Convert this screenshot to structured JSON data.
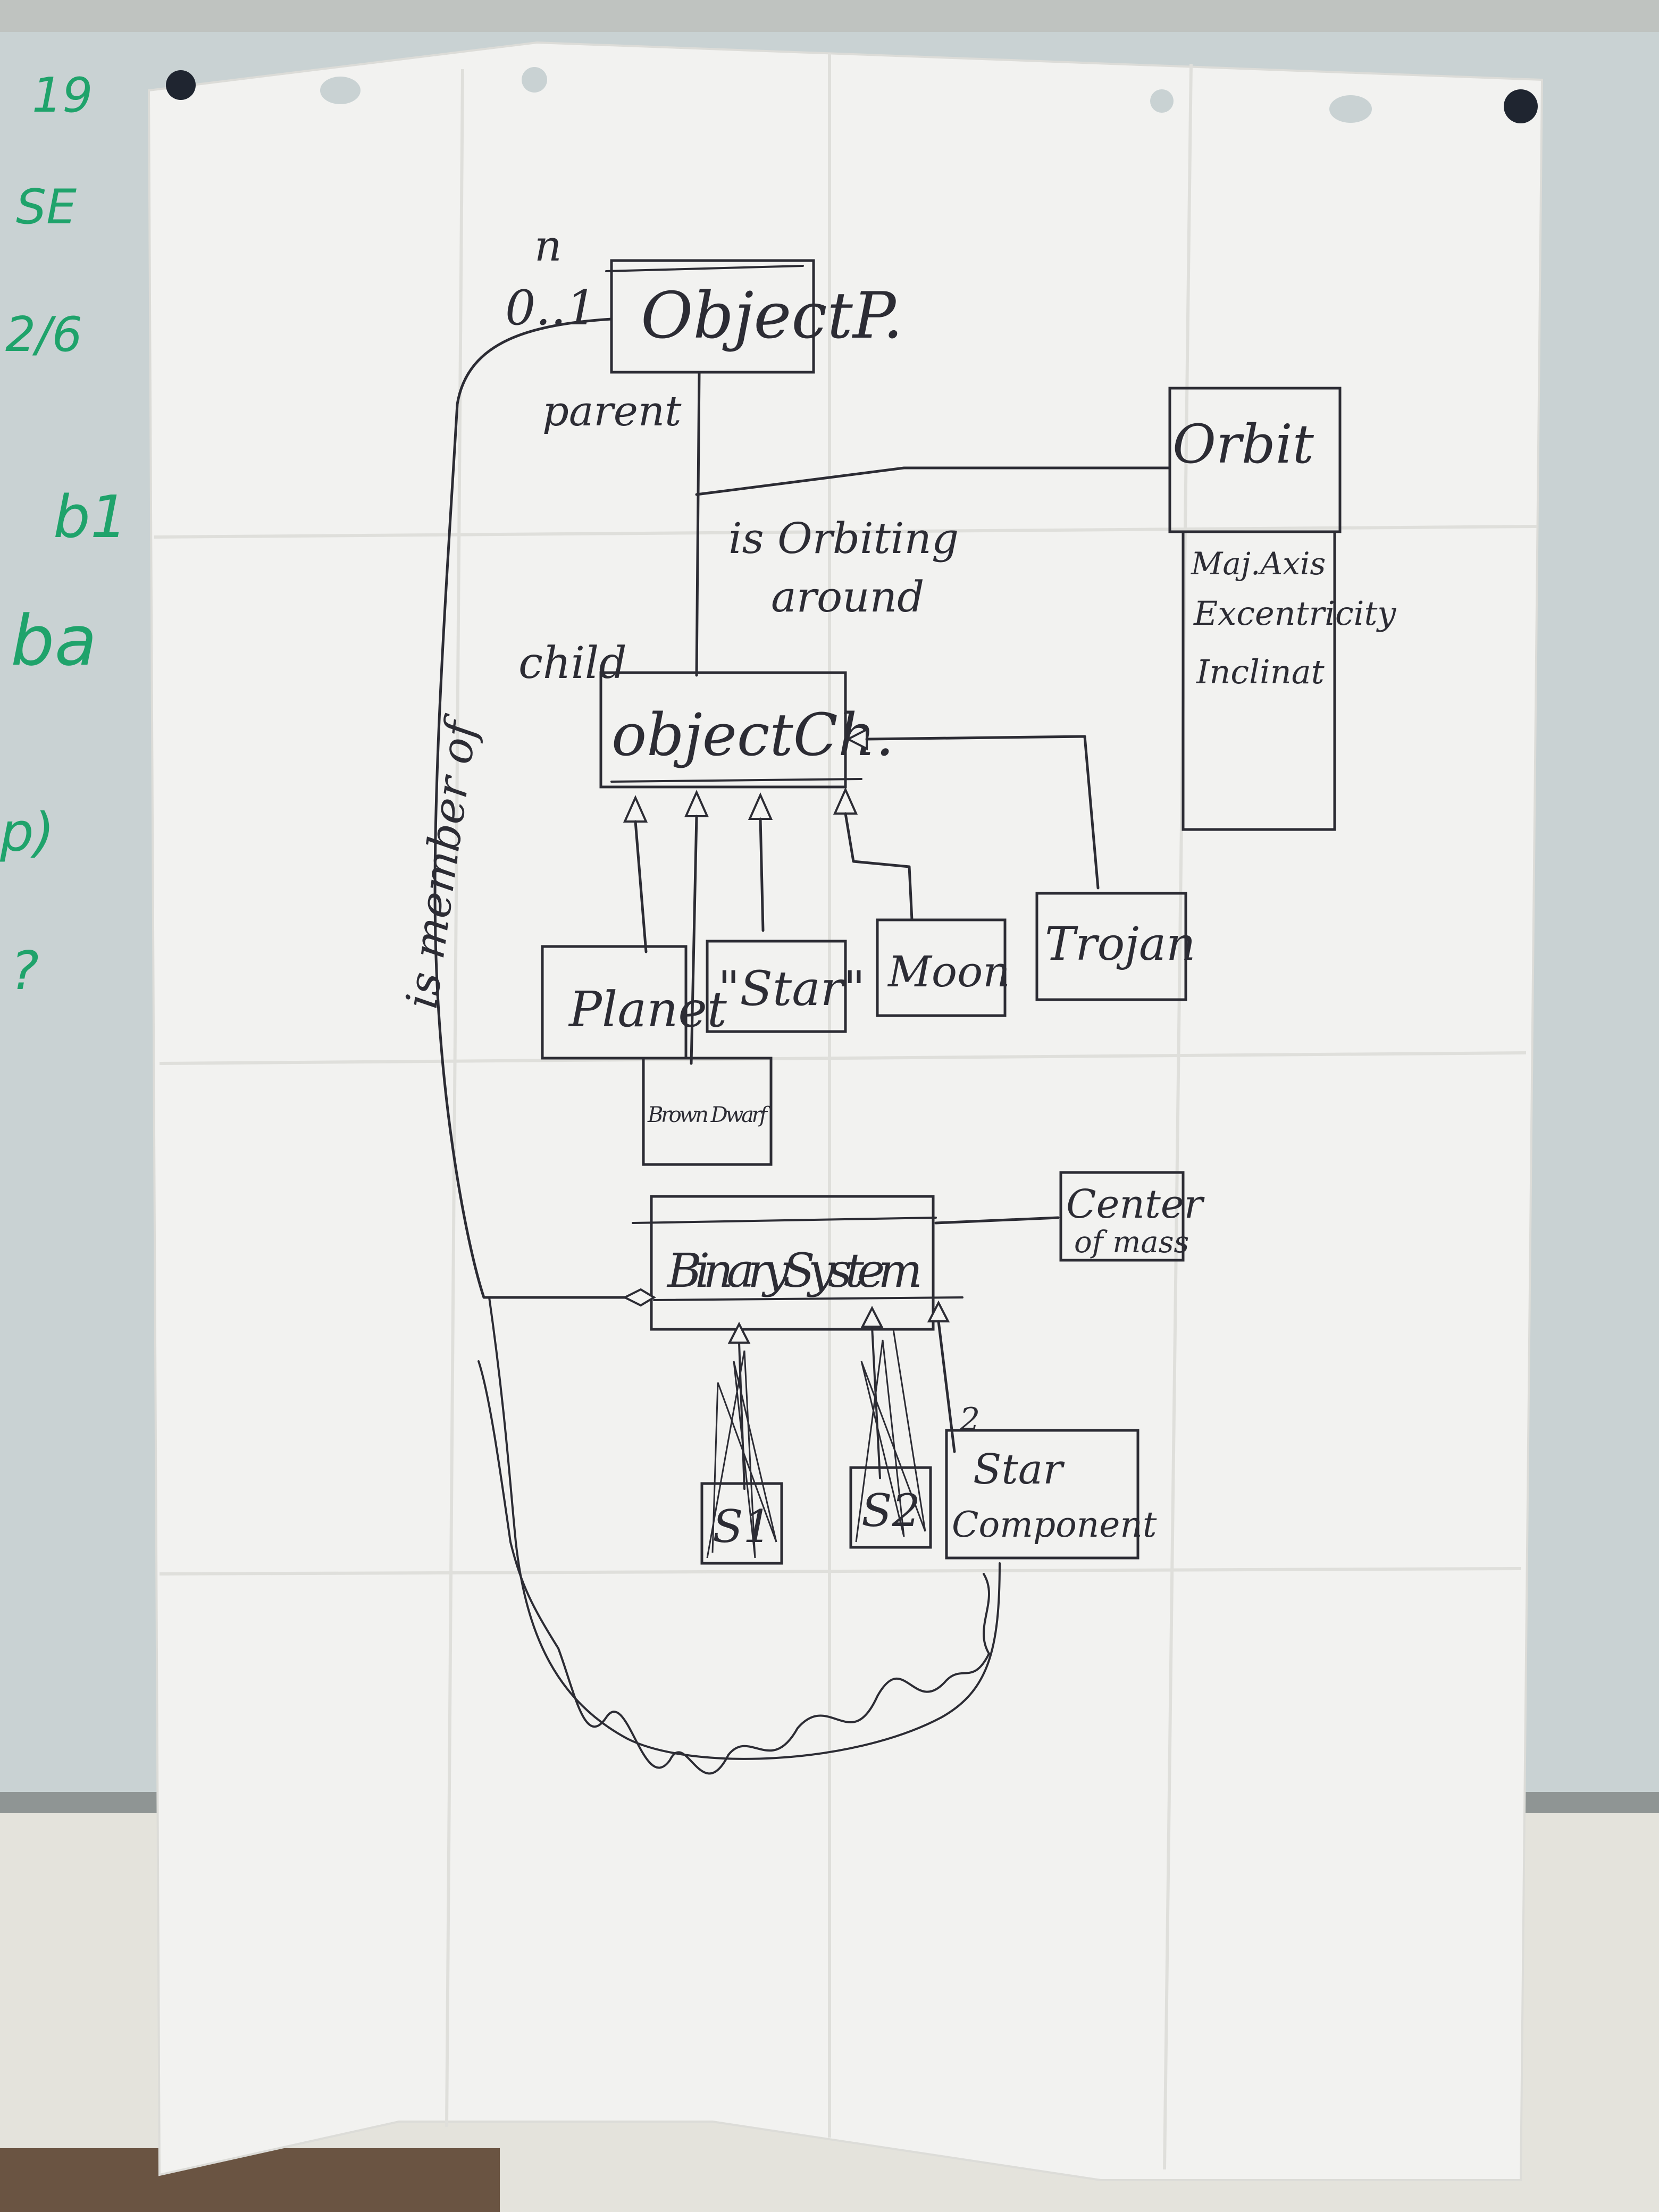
{
  "whiteboard": {
    "fragments": [
      "19",
      "SE",
      "2/6",
      "b1",
      "ba",
      "p)",
      "?"
    ]
  },
  "diagram": {
    "classes": {
      "object_parent": "ObjectP.",
      "orbit": "Orbit",
      "orbit_attributes": [
        "Maj.Axis",
        "Excentricity",
        "Inclinat"
      ],
      "object_child": "objectCh.",
      "planet": "Planet",
      "star": "\"Star\"",
      "moon": "Moon",
      "trojan": "Trojan",
      "brown_dwarf": "Brown Dwarf",
      "binary_system": "BinarySystem",
      "center_of_mass": [
        "Center",
        "of mass"
      ],
      "s1": "S1",
      "s2": "S2",
      "star_component": [
        "Star",
        "Component"
      ]
    },
    "labels": {
      "multiplicity_upper": "n",
      "multiplicity_lower": "0..1",
      "parent_role": "parent",
      "child_role": "child",
      "orbit_association": [
        "is Orbiting",
        "around"
      ],
      "member_association": "is member of",
      "component_multiplicity": "2"
    }
  }
}
